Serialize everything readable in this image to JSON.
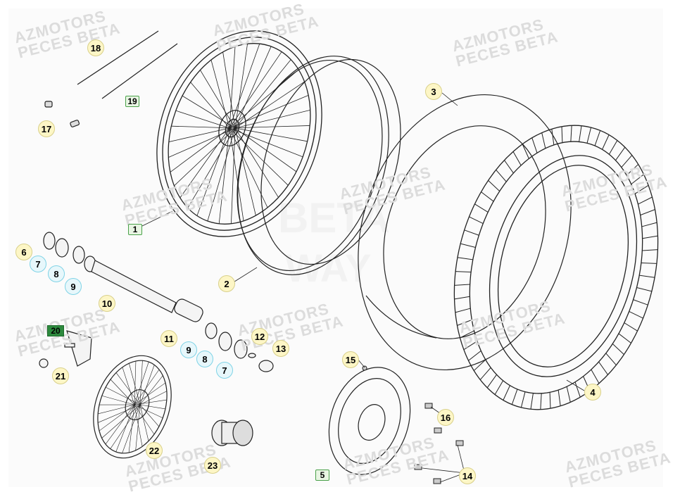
{
  "watermark": {
    "line1": "AZMOTORS",
    "line2": "PECES BETA"
  },
  "callouts": [
    {
      "id": "c18",
      "label": "18",
      "style": "circle"
    },
    {
      "id": "c19",
      "label": "19",
      "style": "box"
    },
    {
      "id": "c17",
      "label": "17",
      "style": "circle"
    },
    {
      "id": "c3",
      "label": "3",
      "style": "circle"
    },
    {
      "id": "c1",
      "label": "1",
      "style": "box"
    },
    {
      "id": "c6",
      "label": "6",
      "style": "circle"
    },
    {
      "id": "c7a",
      "label": "7",
      "style": "ring"
    },
    {
      "id": "c8a",
      "label": "8",
      "style": "ring"
    },
    {
      "id": "c9a",
      "label": "9",
      "style": "ring"
    },
    {
      "id": "c2",
      "label": "2",
      "style": "circle"
    },
    {
      "id": "c10",
      "label": "10",
      "style": "circle"
    },
    {
      "id": "c20",
      "label": "20",
      "style": "boxg"
    },
    {
      "id": "c11",
      "label": "11",
      "style": "circle"
    },
    {
      "id": "c12",
      "label": "12",
      "style": "circle"
    },
    {
      "id": "c13",
      "label": "13",
      "style": "circle"
    },
    {
      "id": "c9b",
      "label": "9",
      "style": "ring"
    },
    {
      "id": "c8b",
      "label": "8",
      "style": "ring"
    },
    {
      "id": "c7b",
      "label": "7",
      "style": "ring"
    },
    {
      "id": "c21",
      "label": "21",
      "style": "circle"
    },
    {
      "id": "c15",
      "label": "15",
      "style": "circle"
    },
    {
      "id": "c16",
      "label": "16",
      "style": "circle"
    },
    {
      "id": "c4",
      "label": "4",
      "style": "circle"
    },
    {
      "id": "c22",
      "label": "22",
      "style": "circle"
    },
    {
      "id": "c23",
      "label": "23",
      "style": "circle"
    },
    {
      "id": "c5",
      "label": "5",
      "style": "box"
    },
    {
      "id": "c14",
      "label": "14",
      "style": "circle"
    }
  ]
}
